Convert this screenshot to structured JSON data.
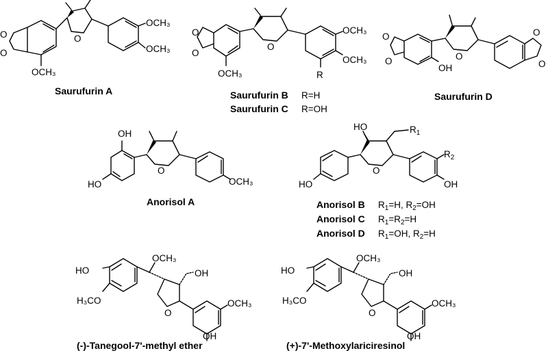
{
  "compounds": {
    "saurufurin_a": {
      "name": "Saurufurin A",
      "och3_top": "OCH₃",
      "och3_right": "OCH₃",
      "och3_bottom": "OCH₃",
      "o_ring": "O"
    },
    "saurufurin_bc": {
      "name_b": "Saurufurin B",
      "subst_b": "R=H",
      "name_c": "Saurufurin C",
      "subst_c": "R=OH",
      "och3_top": "OCH₃",
      "och3_right": "OCH₃",
      "och3_bottom": "OCH₃",
      "r_label": "R",
      "o_ring": "O"
    },
    "saurufurin_d": {
      "name": "Saurufurin D",
      "oh": "OH",
      "o_ring": "O"
    },
    "anorisol_a": {
      "name": "Anorisol A",
      "oh_top": "OH",
      "ho_left": "HO",
      "och3": "OCH₃",
      "o_ring": "O"
    },
    "anorisol_bcd": {
      "name_b": "Anorisol B",
      "name_c": "Anorisol C",
      "name_d": "Anorisol D",
      "ho_top": "HO",
      "r1": "R",
      "r1_sub": "1",
      "r2": "R",
      "r2_sub": "2",
      "ho_left": "HO",
      "oh_right": "OH",
      "o_ring": "O",
      "b_r": "R",
      "b_r1_sub": "1",
      "b_r1_val": "=H, ",
      "b_r2_sub": "2",
      "b_r2_val": "=OH",
      "c_r": "R",
      "c_r1_sub": "1",
      "c_mid": "=R",
      "c_r2_sub": "2",
      "c_val": "=H",
      "d_r": "R",
      "d_r1_sub": "1",
      "d_r1_val": "=OH, ",
      "d_r2_sub": "2",
      "d_r2_val": "=H"
    },
    "tanegool": {
      "name": "(-)-Tanegool-7'-methyl ether",
      "ho": "HO",
      "h3co": "H₃CO",
      "och3_top": "OCH₃",
      "oh_chain": "OH",
      "och3_right": "OCH₃",
      "oh_bottom": "OH",
      "o_ring": "O"
    },
    "methoxylariciresinol": {
      "name": "(+)-7'-Methoxylariciresinol",
      "ho": "HO",
      "h3co": "H₃CO",
      "och3_top": "OCH₃",
      "oh_chain": "OH",
      "och3_right": "OCH₃",
      "oh_bottom": "OH",
      "o_ring": "O"
    }
  }
}
